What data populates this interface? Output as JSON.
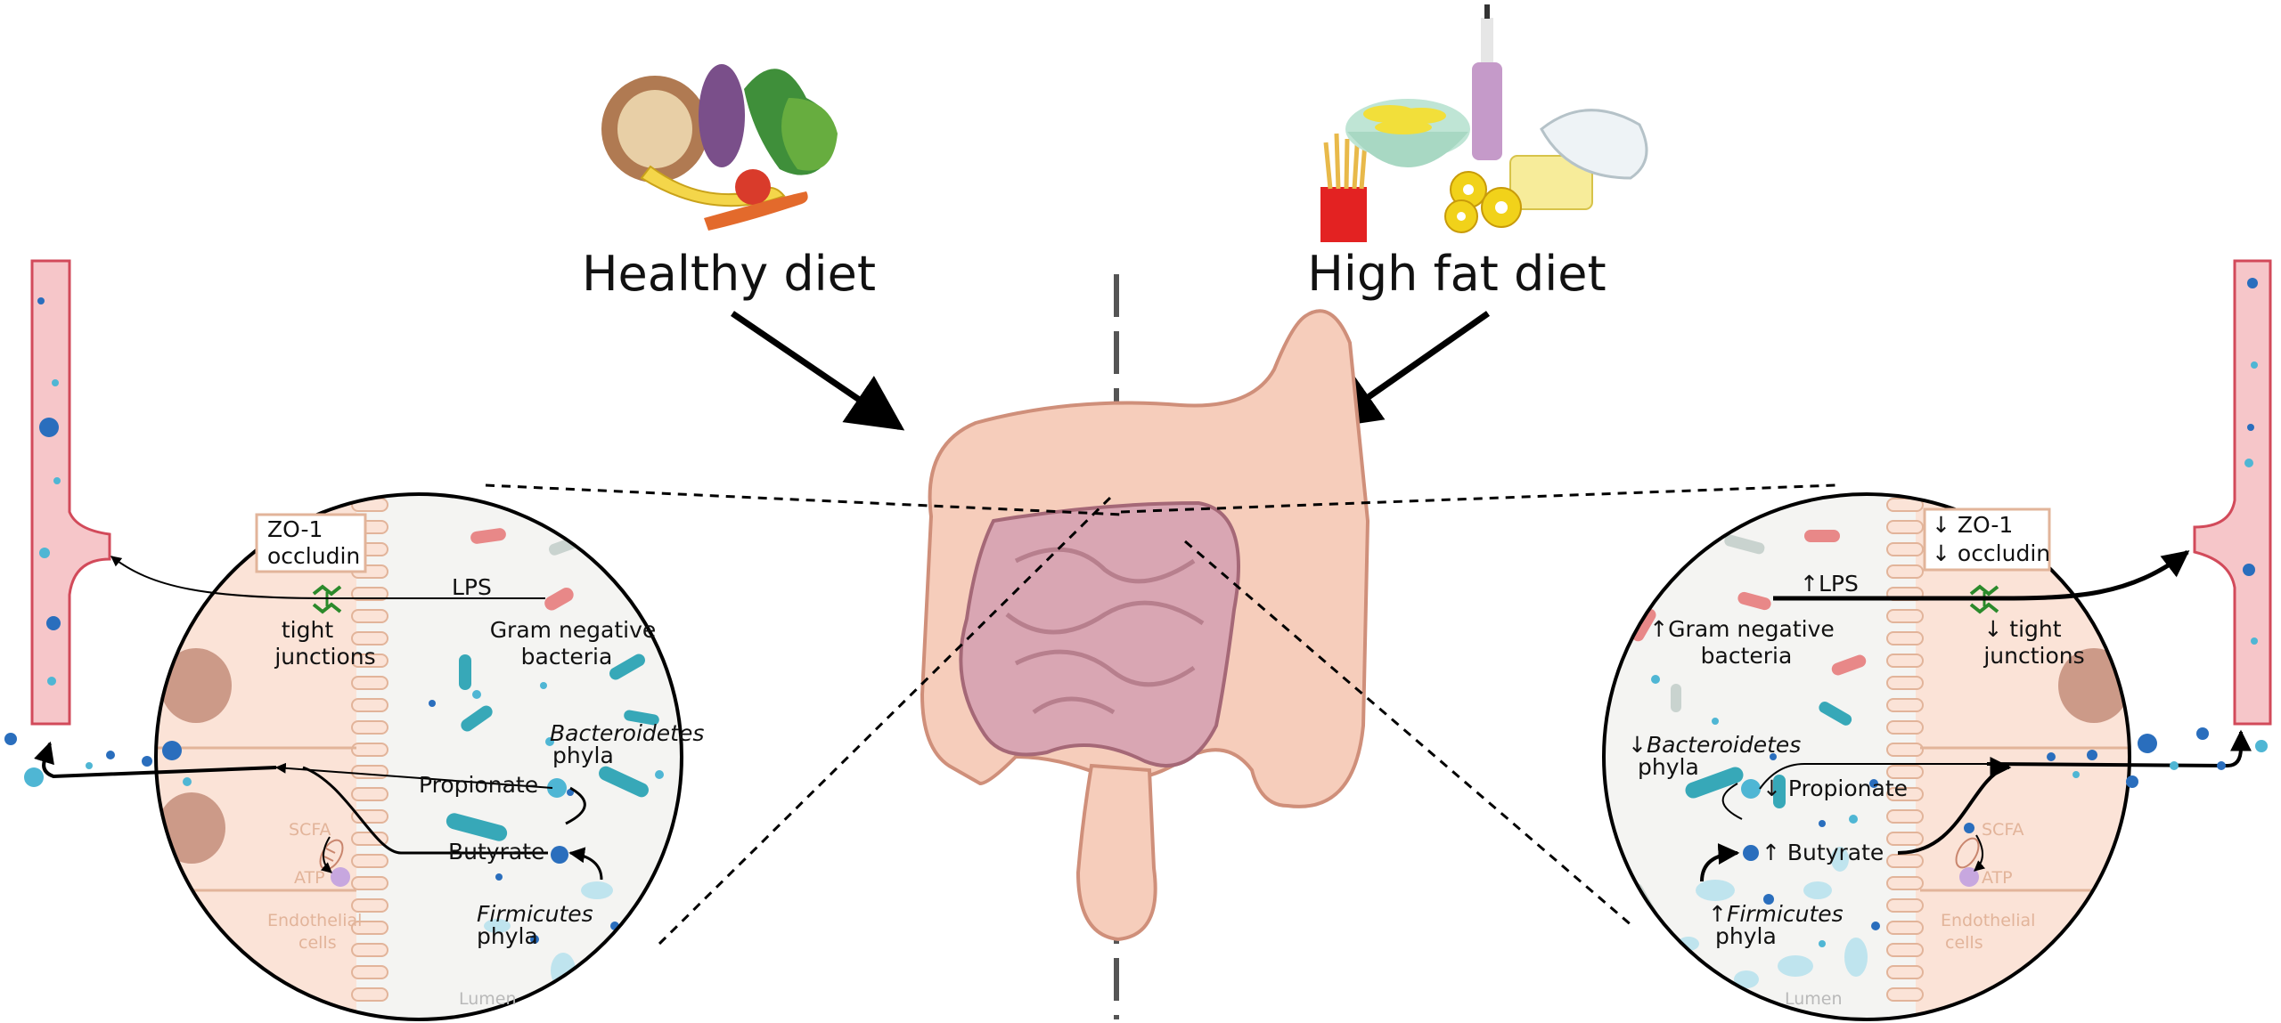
{
  "left": {
    "title": "Healthy diet",
    "box_line1": "ZO-1",
    "box_line2": "occludin",
    "lps": "LPS",
    "tight1": "tight",
    "tight2": "junctions",
    "gram1": "Gram negative",
    "gram2": "bacteria",
    "bact_name": "Bacteroidetes",
    "bact_phyla": "phyla",
    "propionate": "Propionate",
    "butyrate": "Butyrate",
    "firm_name": "Firmicutes",
    "firm_phyla": "phyla",
    "scfa": "SCFA",
    "atp": "ATP",
    "endo1": "Endothelial",
    "endo2": "cells",
    "lumen": "Lumen"
  },
  "right": {
    "title": "High fat diet",
    "box_line1": "↓ ZO-1",
    "box_line2": "↓ occludin",
    "lps": "↑LPS",
    "tight1": "↓ tight",
    "tight2": "junctions",
    "gram1": "↑Gram negative",
    "gram2": "bacteria",
    "bact_prefix": "↓",
    "bact_name": "Bacteroidetes",
    "bact_phyla": "phyla",
    "propionate": "↓ Propionate",
    "butyrate": "↑ Butyrate",
    "firm_prefix": "↑",
    "firm_name": "Firmicutes",
    "firm_phyla": "phyla",
    "scfa": "SCFA",
    "atp": "ATP",
    "endo1": "Endothelial",
    "endo2": "cells",
    "lumen": "Lumen"
  },
  "colors": {
    "vessel": "#f6c6c9",
    "vessel_stroke": "#d24a5a",
    "tissue": "#fbe3d7",
    "lumen_bg": "#f4f4f2",
    "gut": "#f6cdbb",
    "small_intestine": "#d9a6b3",
    "bacteria_teal": "#37a8b8",
    "blue_dot": "#2a6ebd"
  },
  "icons": {
    "healthy_food": "healthy-food-illustration",
    "fatty_food": "high-fat-food-illustration",
    "intestine": "intestine-illustration",
    "tight_junction": "tight-junction-icon",
    "mitochondria": "mitochondria-icon"
  }
}
